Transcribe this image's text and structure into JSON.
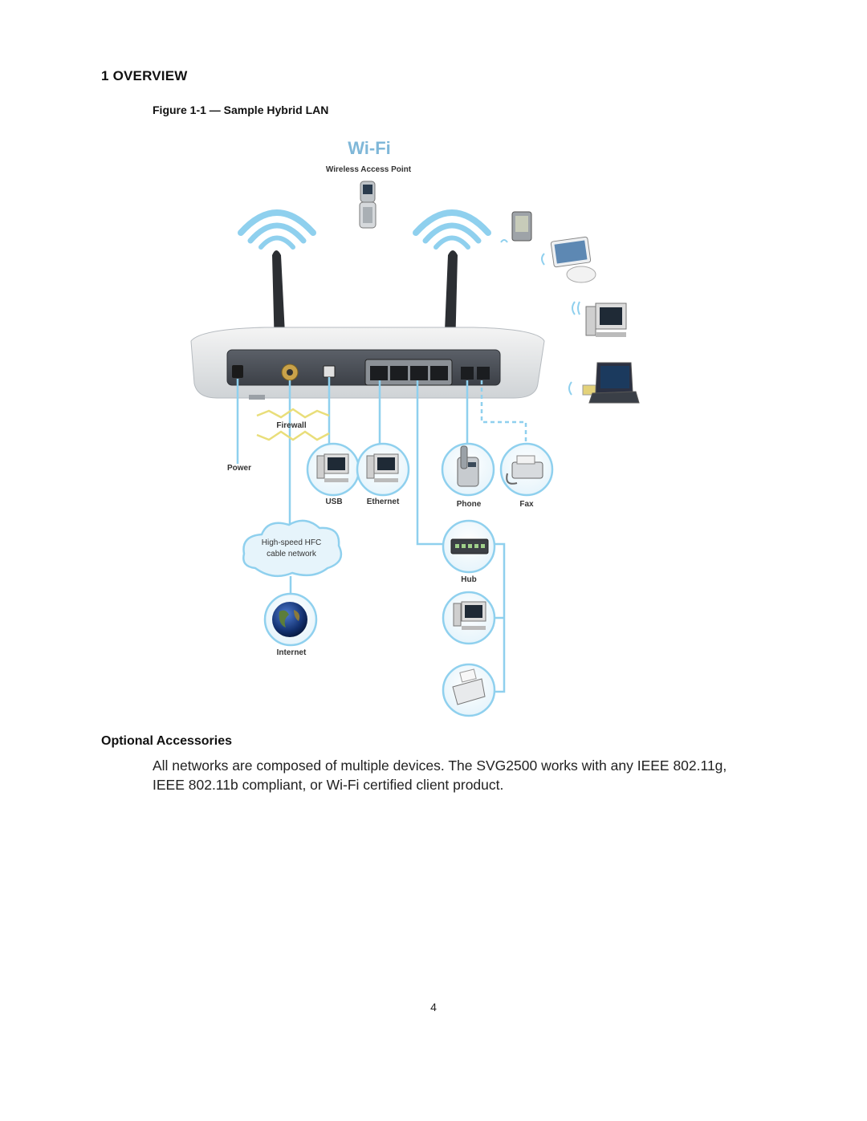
{
  "section": {
    "title": "1 OVERVIEW"
  },
  "figure": {
    "caption": "Figure 1-1 — Sample Hybrid LAN",
    "labels": {
      "wifi_logo": "Wi-Fi",
      "access_point": "Wireless Access Point",
      "firewall": "Firewall",
      "power": "Power",
      "usb": "USB",
      "ethernet": "Ethernet",
      "phone": "Phone",
      "fax": "Fax",
      "cloud_line1": "High-speed HFC",
      "cloud_line2": "cable network",
      "hub": "Hub",
      "internet": "Internet"
    }
  },
  "subsection": {
    "title": "Optional Accessories"
  },
  "body": {
    "paragraph": "All networks are composed of multiple devices. The SVG2500 works with any IEEE 802.11g, IEEE 802.11b compliant, or Wi-Fi certified client product."
  },
  "footer": {
    "page_number": "4"
  }
}
